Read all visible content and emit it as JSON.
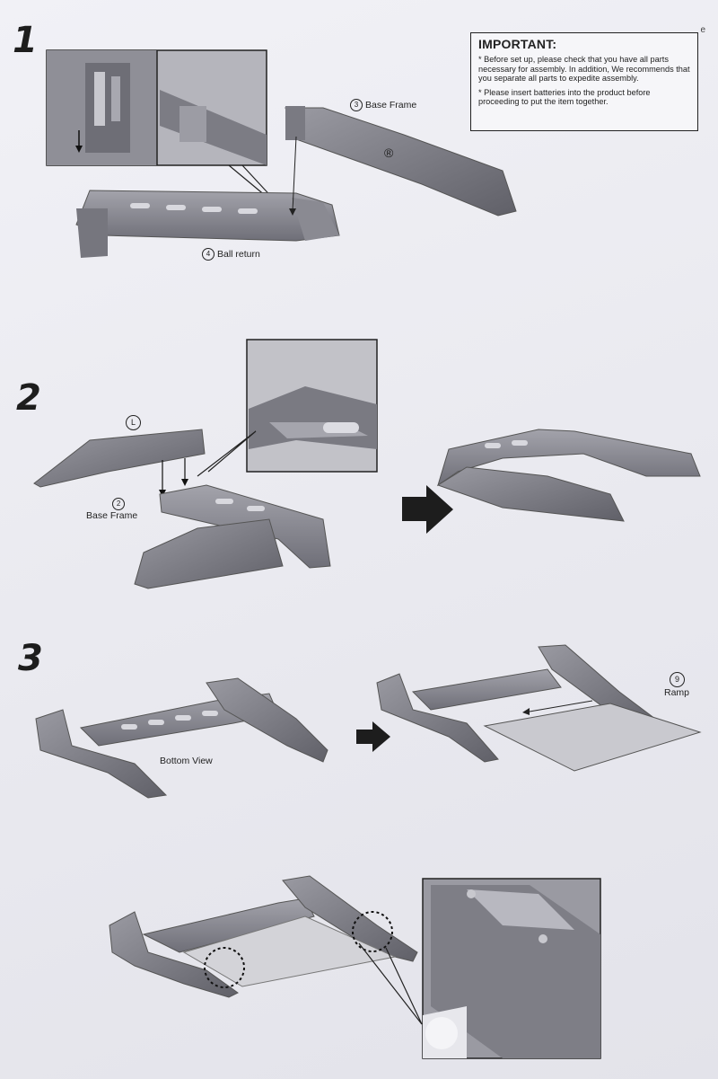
{
  "corner_mark": "e",
  "important": {
    "title": "IMPORTANT:",
    "note1": "* Before set up, please check that you have all parts necessary for assembly. In addition, We recommends that you separate all parts to expedite assembly.",
    "note2": "* Please insert batteries into the product before proceeding to put the item together."
  },
  "steps": [
    {
      "number": "1"
    },
    {
      "number": "2"
    },
    {
      "number": "3"
    }
  ],
  "step1": {
    "base_frame": {
      "num": "3",
      "text": "Base Frame"
    },
    "ball_return": {
      "num": "4",
      "text": "Ball return"
    },
    "registered_mark": "®"
  },
  "step2": {
    "left_mark": "L",
    "base_frame": {
      "num": "2",
      "text": "Base Frame"
    }
  },
  "step3": {
    "bottom_view": "Bottom View",
    "ramp": {
      "num": "9",
      "text": "Ramp"
    }
  },
  "colors": {
    "part_gray": "#8b8b93",
    "part_dark": "#5e5e66",
    "ramp_gray": "#c9c9cf",
    "arrow": "#1d1d1d"
  }
}
